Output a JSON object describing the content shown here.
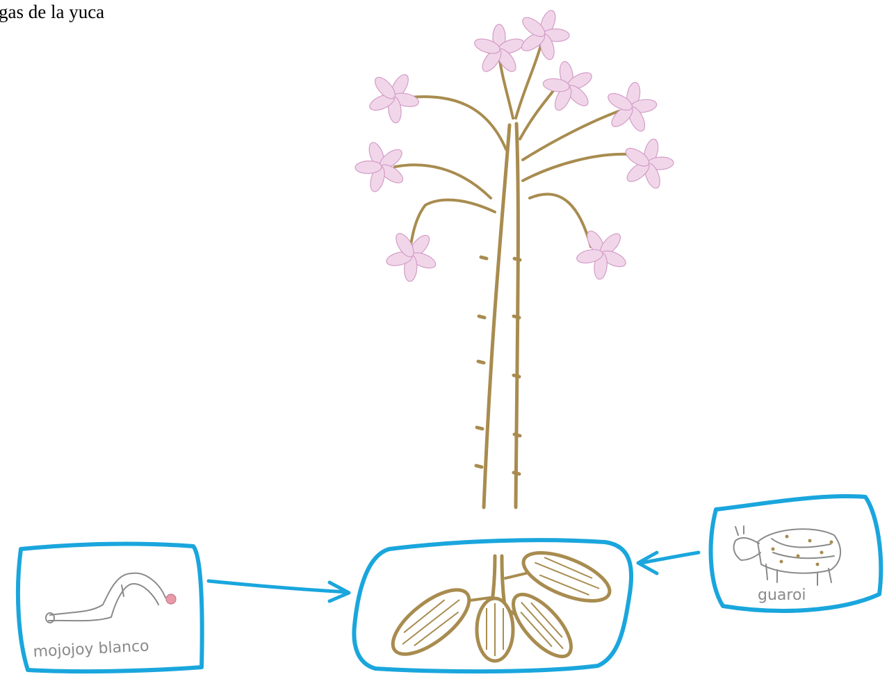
{
  "title": "agas de la yuca",
  "labels": {
    "worm": "mojojoy blanco",
    "animal": "guaroi"
  },
  "colors": {
    "box": "#1aa6dd",
    "stem": "#a88c4f",
    "petal_fill": "#f1d6ea",
    "petal_edge": "#d39cc6",
    "worm_head": "#e89aa8"
  }
}
